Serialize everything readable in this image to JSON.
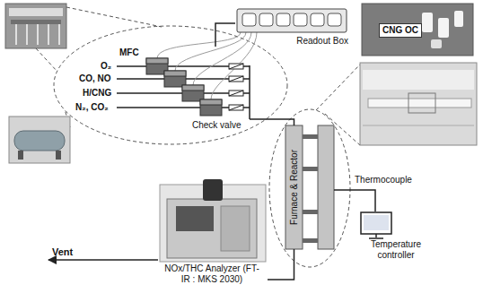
{
  "diagram": {
    "nodes": [
      {
        "text": [
          "MFC"
        ]
      },
      {
        "text": [
          "Readout Box"
        ]
      },
      {
        "text": [
          "Furnace & Reactor"
        ]
      },
      {
        "text": [
          "Temperature controller"
        ]
      },
      {
        "text": [
          "NOx/THC Analyzer (FT-IR : MKS 2030)"
        ]
      }
    ],
    "edges": [
      {
        "from": 1,
        "to": 0,
        "arrow": "none"
      },
      {
        "from": 0,
        "to": 2,
        "arrow": "none"
      },
      {
        "from": 2,
        "to": 4,
        "arrow": "none"
      },
      {
        "from": 2,
        "to": 3,
        "label": "Thermocouple",
        "arrow": "none"
      }
    ],
    "labels": [
      "O₂",
      "CO, NO",
      "H/CNG",
      "N₂, CO₂",
      "Check valve",
      "CNG OC",
      "Vent"
    ]
  }
}
